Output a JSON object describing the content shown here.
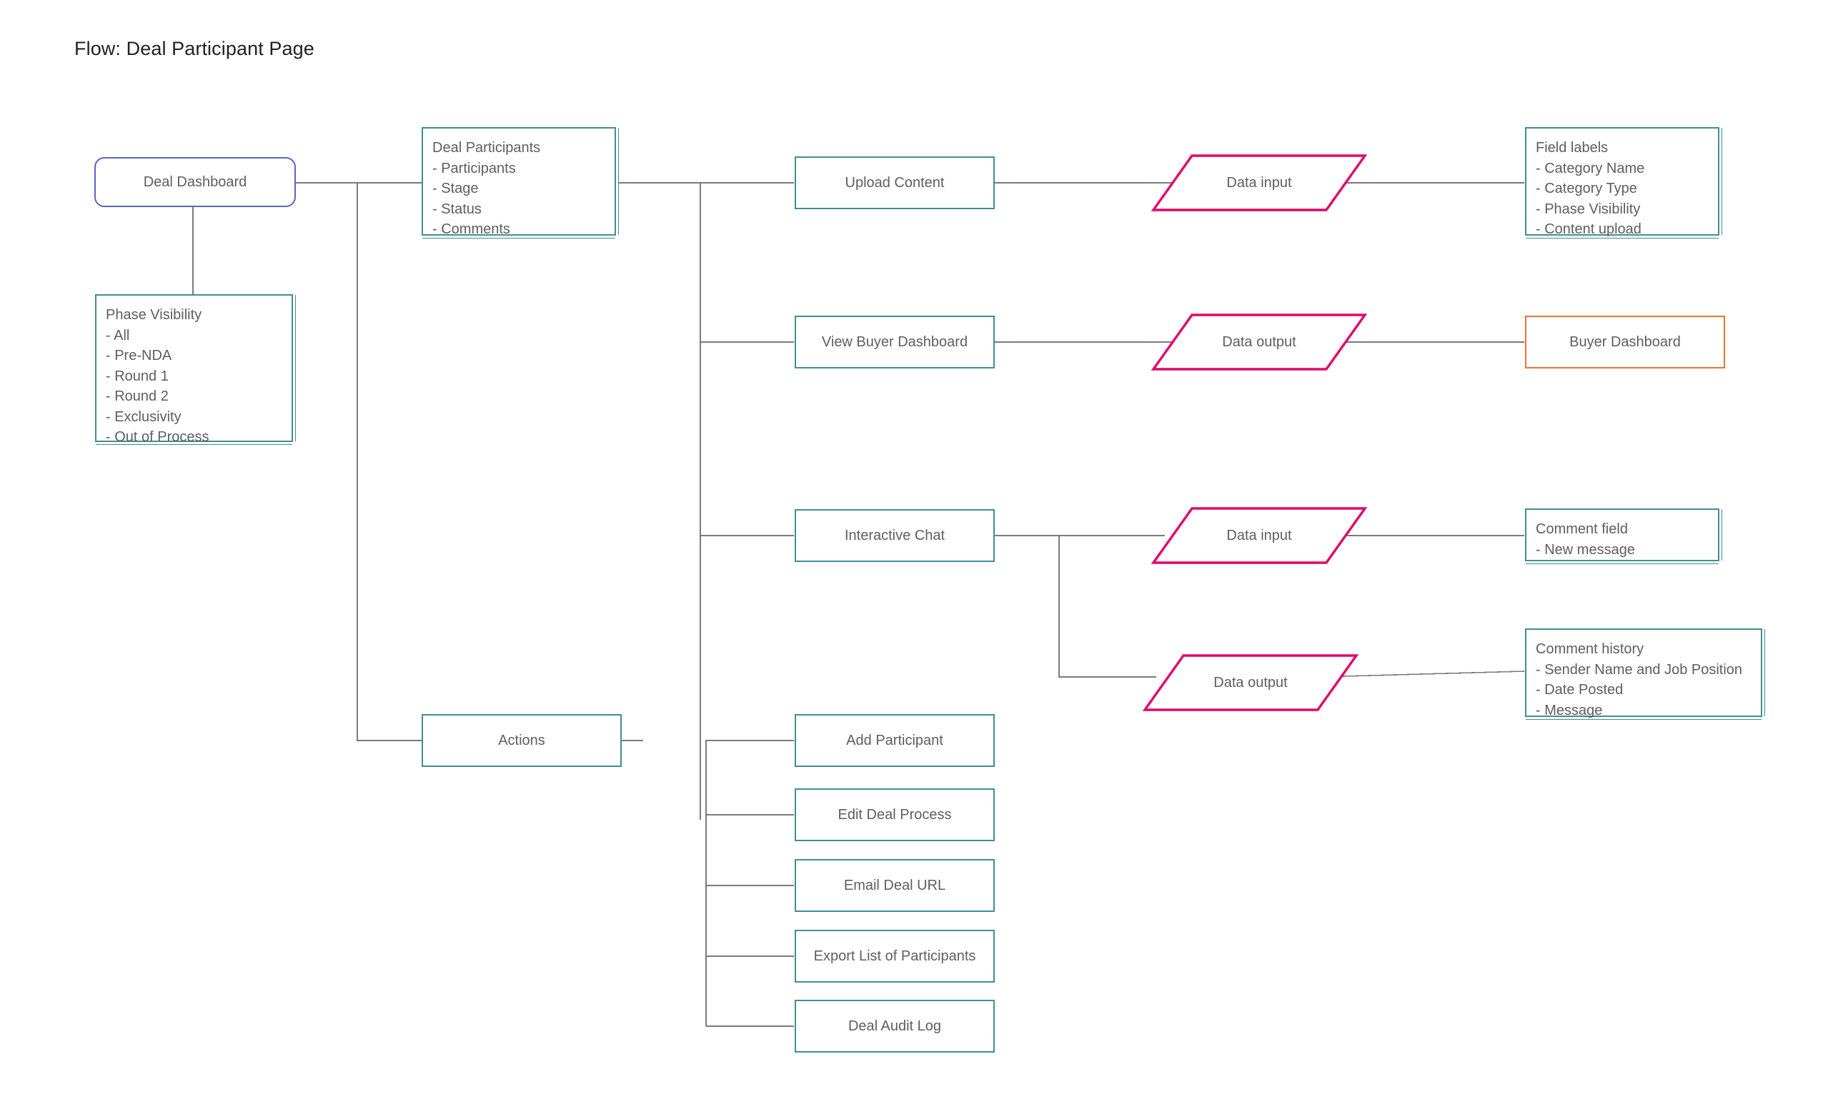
{
  "page": {
    "title": "Flow: Deal Participant Page",
    "background": "#ffffff"
  },
  "colors": {
    "teal": "#3f8f93",
    "indigo": "#5b63c4",
    "orange": "#f4702e",
    "magenta": "#e2076a",
    "connector": "#7a7a7a",
    "text": "#5e5e5e",
    "title_text": "#222222"
  },
  "nodes": {
    "deal_dashboard": {
      "label": "Deal Dashboard",
      "shape": "rounded-rectangle",
      "color": "#5b63c4"
    },
    "phase_visibility": {
      "title": "Phase Visibility",
      "items": [
        "- All",
        "- Pre-NDA",
        "- Round 1",
        "- Round 2",
        "- Exclusivity",
        "- Out of Process"
      ],
      "shape": "note",
      "color": "#3f8f93"
    },
    "deal_participants": {
      "title": "Deal Participants",
      "items": [
        "- Participants",
        "- Stage",
        "- Status",
        "- Comments"
      ],
      "shape": "note",
      "color": "#3f8f93"
    },
    "upload_content": {
      "label": "Upload Content",
      "shape": "rectangle",
      "color": "#3f8f93"
    },
    "view_buyer_dashboard": {
      "label": "View Buyer Dashboard",
      "shape": "rectangle",
      "color": "#3f8f93"
    },
    "interactive_chat": {
      "label": "Interactive Chat",
      "shape": "rectangle",
      "color": "#3f8f93"
    },
    "actions": {
      "label": "Actions",
      "shape": "rectangle",
      "color": "#3f8f93"
    },
    "data_input_upload": {
      "label": "Data input",
      "shape": "parallelogram",
      "color": "#e2076a"
    },
    "data_output_buyer": {
      "label": "Data output",
      "shape": "parallelogram",
      "color": "#e2076a"
    },
    "data_input_chat": {
      "label": "Data input",
      "shape": "parallelogram",
      "color": "#e2076a"
    },
    "data_output_chat": {
      "label": "Data output",
      "shape": "parallelogram",
      "color": "#e2076a"
    },
    "field_labels": {
      "title": "Field labels",
      "items": [
        "- Category Name",
        "- Category Type",
        "- Phase Visibility",
        "- Content upload"
      ],
      "shape": "note",
      "color": "#3f8f93"
    },
    "buyer_dashboard": {
      "label": "Buyer Dashboard",
      "shape": "rectangle",
      "color": "#f4702e"
    },
    "comment_field": {
      "title": "Comment field",
      "items": [
        "- New message"
      ],
      "shape": "note",
      "color": "#3f8f93"
    },
    "comment_history": {
      "title": "Comment history",
      "items": [
        "- Sender Name and Job Position",
        "- Date Posted",
        "- Message"
      ],
      "shape": "note",
      "color": "#3f8f93"
    },
    "add_participant": {
      "label": "Add Participant",
      "shape": "rectangle",
      "color": "#3f8f93"
    },
    "edit_deal_process": {
      "label": "Edit Deal Process",
      "shape": "rectangle",
      "color": "#3f8f93"
    },
    "email_deal_url": {
      "label": "Email Deal URL",
      "shape": "rectangle",
      "color": "#3f8f93"
    },
    "export_list_of_participants": {
      "label": "Export List of Participants",
      "shape": "rectangle",
      "color": "#3f8f93"
    },
    "deal_audit_log": {
      "label": "Deal Audit Log",
      "shape": "rectangle",
      "color": "#3f8f93"
    }
  }
}
